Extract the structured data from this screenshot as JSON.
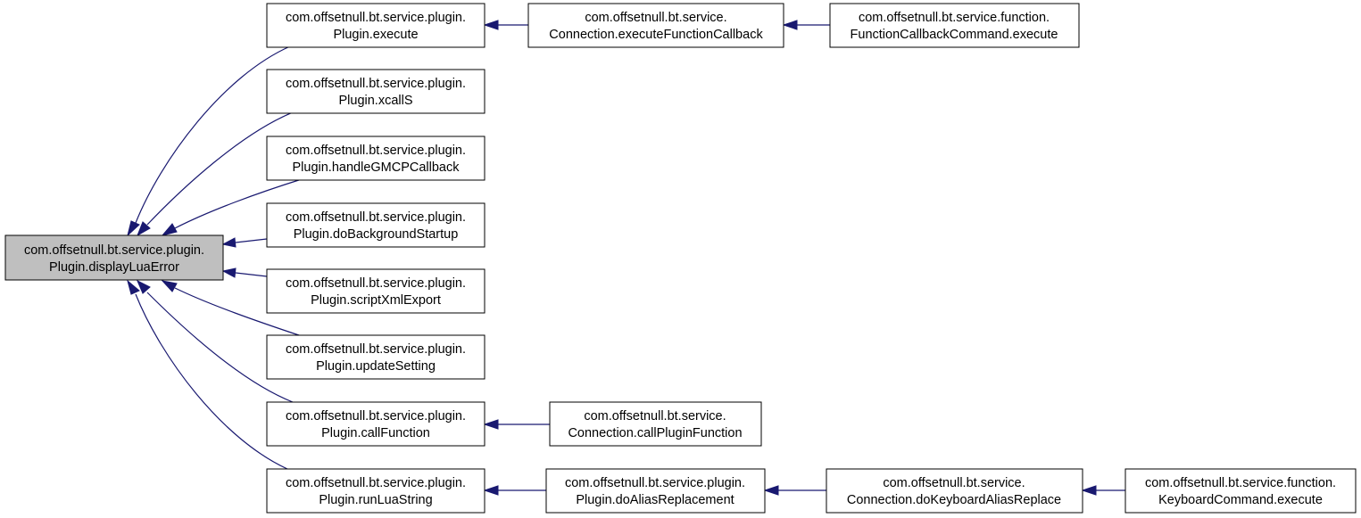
{
  "nodes": [
    {
      "id": "root",
      "line1": "com.offsetnull.bt.service.plugin.",
      "line2": "Plugin.displayLuaError",
      "root": true
    },
    {
      "id": "execute",
      "line1": "com.offsetnull.bt.service.plugin.",
      "line2": "Plugin.execute"
    },
    {
      "id": "xcallS",
      "line1": "com.offsetnull.bt.service.plugin.",
      "line2": "Plugin.xcallS"
    },
    {
      "id": "handleGMCP",
      "line1": "com.offsetnull.bt.service.plugin.",
      "line2": "Plugin.handleGMCPCallback"
    },
    {
      "id": "doBackground",
      "line1": "com.offsetnull.bt.service.plugin.",
      "line2": "Plugin.doBackgroundStartup"
    },
    {
      "id": "scriptXml",
      "line1": "com.offsetnull.bt.service.plugin.",
      "line2": "Plugin.scriptXmlExport"
    },
    {
      "id": "updateSetting",
      "line1": "com.offsetnull.bt.service.plugin.",
      "line2": "Plugin.updateSetting"
    },
    {
      "id": "callFunction",
      "line1": "com.offsetnull.bt.service.plugin.",
      "line2": "Plugin.callFunction"
    },
    {
      "id": "runLuaString",
      "line1": "com.offsetnull.bt.service.plugin.",
      "line2": "Plugin.runLuaString"
    },
    {
      "id": "execFnCallback",
      "line1": "com.offsetnull.bt.service.",
      "line2": "Connection.executeFunctionCallback"
    },
    {
      "id": "fnCallbackCmd",
      "line1": "com.offsetnull.bt.service.function.",
      "line2": "FunctionCallbackCommand.execute"
    },
    {
      "id": "callPluginFn",
      "line1": "com.offsetnull.bt.service.",
      "line2": "Connection.callPluginFunction"
    },
    {
      "id": "doAlias",
      "line1": "com.offsetnull.bt.service.plugin.",
      "line2": "Plugin.doAliasReplacement"
    },
    {
      "id": "doKeyboardAlias",
      "line1": "com.offsetnull.bt.service.",
      "line2": "Connection.doKeyboardAliasReplace"
    },
    {
      "id": "keyboardCmd",
      "line1": "com.offsetnull.bt.service.function.",
      "line2": "KeyboardCommand.execute"
    }
  ],
  "edges": [
    {
      "from": "execute",
      "to": "root"
    },
    {
      "from": "xcallS",
      "to": "root"
    },
    {
      "from": "handleGMCP",
      "to": "root"
    },
    {
      "from": "doBackground",
      "to": "root"
    },
    {
      "from": "scriptXml",
      "to": "root"
    },
    {
      "from": "updateSetting",
      "to": "root"
    },
    {
      "from": "callFunction",
      "to": "root"
    },
    {
      "from": "runLuaString",
      "to": "root"
    },
    {
      "from": "execFnCallback",
      "to": "execute"
    },
    {
      "from": "fnCallbackCmd",
      "to": "execFnCallback"
    },
    {
      "from": "callPluginFn",
      "to": "callFunction"
    },
    {
      "from": "doAlias",
      "to": "runLuaString"
    },
    {
      "from": "doKeyboardAlias",
      "to": "doAlias"
    },
    {
      "from": "keyboardCmd",
      "to": "doKeyboardAlias"
    }
  ],
  "colors": {
    "edge": "#191970",
    "root_fill": "#bfbfbf",
    "node_fill": "#ffffff"
  }
}
